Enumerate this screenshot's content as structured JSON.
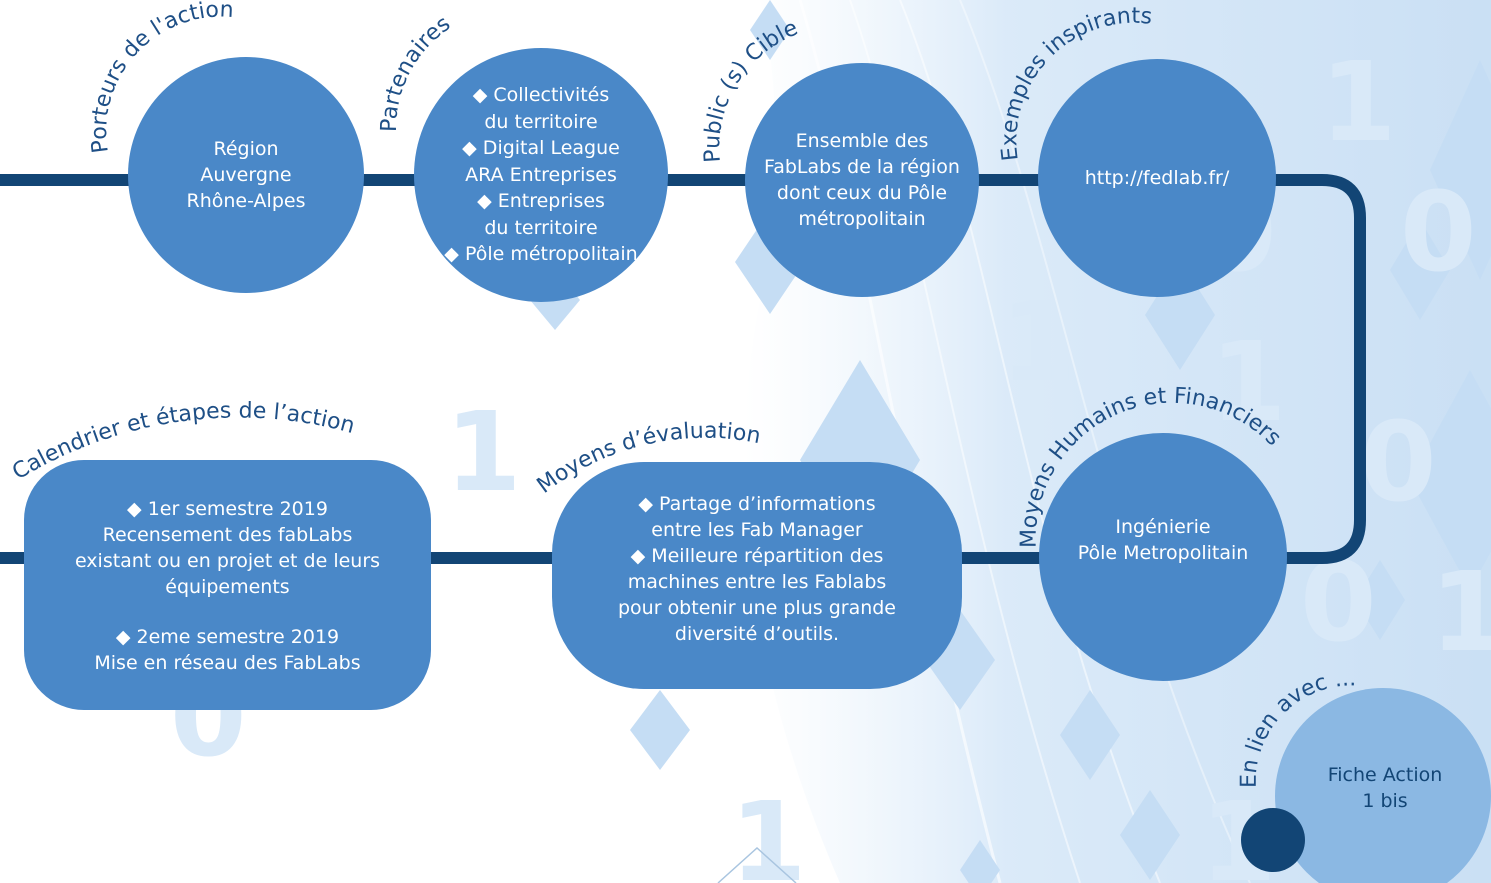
{
  "colors": {
    "node": "#4a88c8",
    "node_light": "#8bb8e3",
    "connector": "#124575",
    "label": "#1e4f86",
    "text": "#ffffff",
    "bg_pattern": "#cfe3f5"
  },
  "nodes": {
    "porteurs": {
      "label": "Porteurs de l'action",
      "lines": [
        "Région",
        "Auvergne",
        "Rhône-Alpes"
      ]
    },
    "partenaires": {
      "label": "Partenaires",
      "lines": [
        "◆ Collectivités",
        "du territoire",
        "◆ Digital League",
        "ARA Entreprises",
        "◆ Entreprises",
        "du territoire",
        "◆ Pôle métropolitain"
      ]
    },
    "public": {
      "label": "Public (s) Cible",
      "lines": [
        "Ensemble des",
        "FabLabs de la région",
        "dont ceux du Pôle",
        "métropolitain"
      ]
    },
    "exemples": {
      "label": "Exemples inspirants",
      "lines": [
        "http://fedlab.fr/"
      ]
    },
    "moyens_humains": {
      "label": "Moyens Humains et Financiers",
      "lines": [
        "Ingénierie",
        "Pôle Metropolitain"
      ]
    },
    "moyens_evaluation": {
      "label": "Moyens d’évaluation",
      "lines": [
        "◆ Partage d’informations",
        "entre les Fab Manager",
        "◆ Meilleure répartition des",
        "machines entre les Fablabs",
        "pour obtenir une plus grande",
        "diversité d’outils."
      ]
    },
    "calendrier": {
      "label": "Calendrier et étapes de l’action",
      "lines": [
        "◆ 1er semestre 2019",
        "Recensement des fabLabs",
        "existant ou en projet et de leurs",
        "équipements",
        "",
        "◆ 2eme semestre 2019",
        "Mise en réseau des FabLabs"
      ]
    },
    "en_lien": {
      "label": "En lien avec ...",
      "lines": [
        "Fiche Action",
        "1 bis"
      ]
    }
  },
  "background_glyphs": [
    "1",
    "0",
    "1",
    "0",
    "1",
    "0",
    "1",
    "1",
    "0",
    "1",
    "0",
    "1"
  ]
}
